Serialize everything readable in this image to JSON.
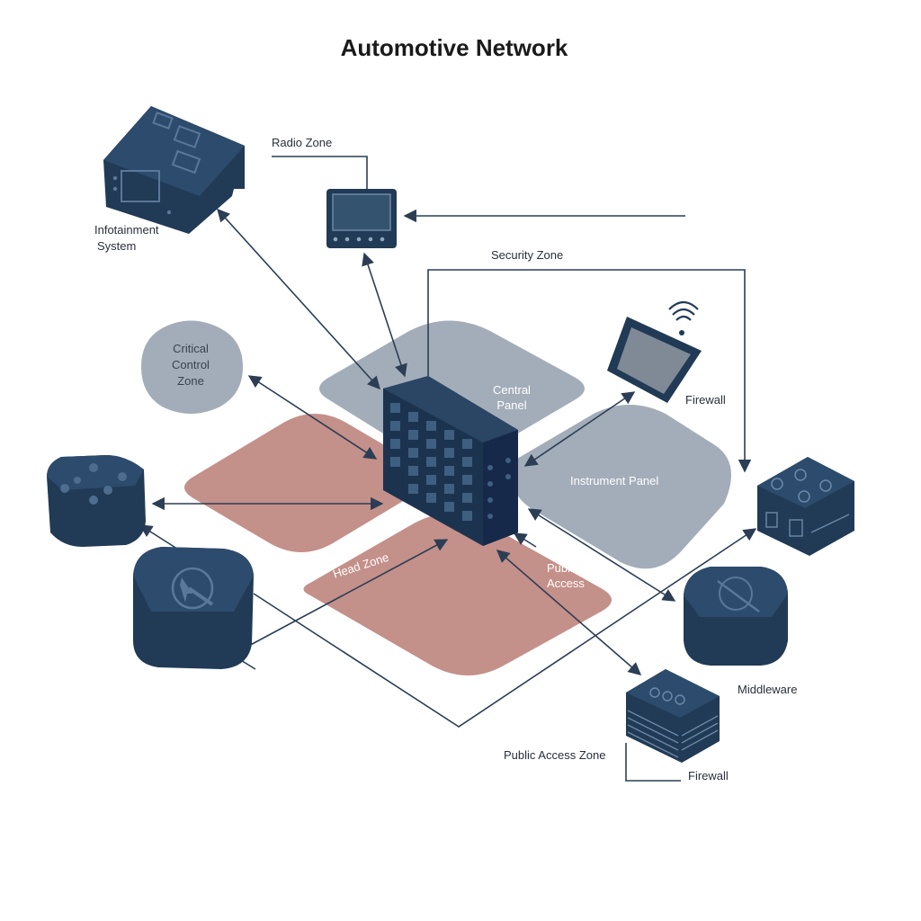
{
  "title": "Automotive Network",
  "labels": {
    "infotainment": [
      "Infotainment",
      "System"
    ],
    "radio_zone": "Radio Zone",
    "security_zone": "Security Zone",
    "critical_control_zone": [
      "Critical",
      "Control",
      "Zone"
    ],
    "central_panel": [
      "Central",
      "Panel"
    ],
    "firewall_top": "Firewall",
    "instrument_panel": "Instrument Panel",
    "head_zone": "Head Zone",
    "public_access": [
      "Public",
      "Access"
    ],
    "middleware": "Middleware",
    "public_access_zone": "Public Access Zone",
    "firewall_bottom": "Firewall"
  },
  "colors": {
    "device_navy": "#213a55",
    "zone_gray": "#9ba6b3",
    "zone_rose": "#c4908a",
    "line": "#2c3e55",
    "background": "#ffffff"
  }
}
